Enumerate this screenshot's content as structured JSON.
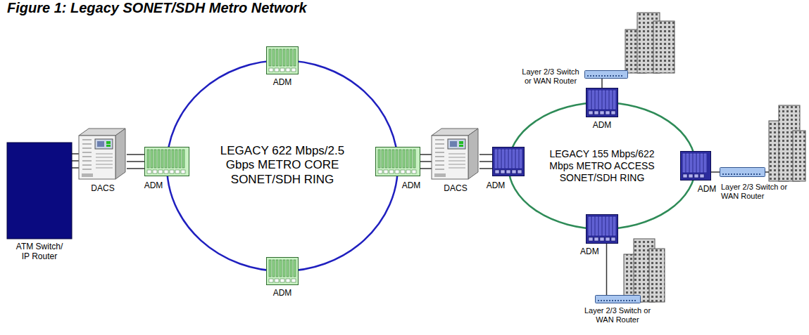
{
  "diagram": {
    "title": "Figure 1: Legacy SONET/SDH Metro Network",
    "nodes": [
      {
        "text": [
          "ATM Switch/ IP Router"
        ]
      },
      {
        "text": [
          "DACS"
        ]
      },
      {
        "text": [
          "ADM"
        ]
      },
      {
        "text": [
          "LEGACY 622 Mbps/2.5 Gbps METRO CORE SONET/SDH RING"
        ]
      },
      {
        "text": [
          "ADM"
        ]
      },
      {
        "text": [
          "ADM"
        ]
      },
      {
        "text": [
          "ADM"
        ]
      },
      {
        "text": [
          "DACS"
        ]
      },
      {
        "text": [
          "ADM"
        ]
      },
      {
        "text": [
          "LEGACY 155 Mbps/622 Mbps METRO ACCESS SONET/SDH RING"
        ]
      },
      {
        "text": [
          "ADM"
        ]
      },
      {
        "text": [
          "Layer 2/3 Switch or WAN Router"
        ]
      },
      {
        "text": [
          "ADM"
        ]
      },
      {
        "text": [
          "Layer 2/3 Switch or WAN Router"
        ]
      },
      {
        "text": [
          "ADM"
        ]
      },
      {
        "text": [
          "Layer 2/3 Switch or WAN Router"
        ]
      }
    ],
    "edges": [
      {
        "from": 0,
        "to": 1,
        "arrow": "none"
      },
      {
        "from": 1,
        "to": 2,
        "arrow": "none"
      },
      {
        "from": 6,
        "to": 7,
        "arrow": "none"
      },
      {
        "from": 7,
        "to": 8,
        "arrow": "none"
      },
      {
        "from": 10,
        "to": 11,
        "arrow": "none"
      },
      {
        "from": 12,
        "to": 13,
        "arrow": "none"
      },
      {
        "from": 14,
        "to": 15,
        "arrow": "none"
      }
    ]
  }
}
